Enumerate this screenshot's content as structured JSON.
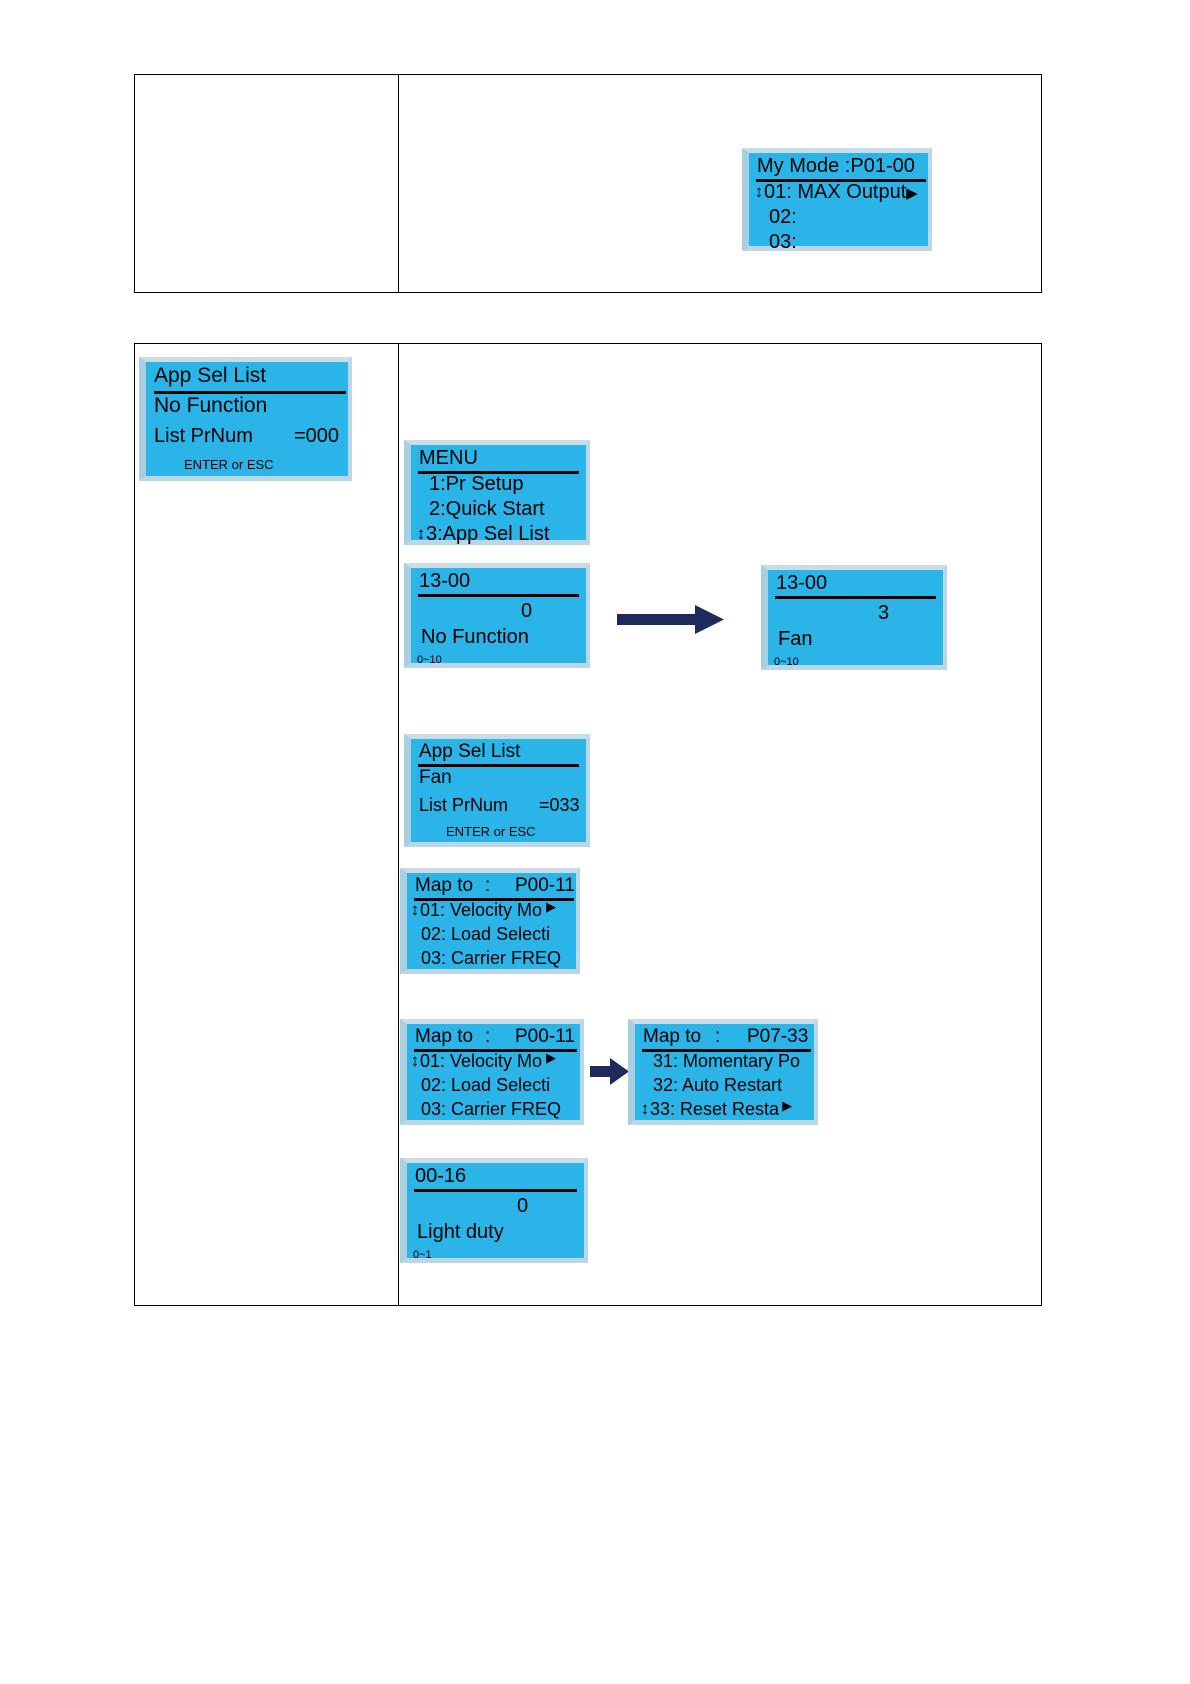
{
  "doc": {
    "title": "Keypad KPC-CC01 App Sel List navigation diagram"
  },
  "panels": {
    "my_mode": {
      "title": "My Mode  :P01-00",
      "rows": [
        {
          "marker": "updown",
          "text": "01: MAX Output",
          "tail": "right-arrow"
        },
        {
          "marker": "none",
          "text": "02:",
          "tail": ""
        },
        {
          "marker": "none",
          "text": "03:",
          "tail": ""
        }
      ]
    },
    "app_sel_list_empty": {
      "title": "App Sel List",
      "line1": "No Function",
      "line2_label": "List PrNum",
      "line2_value": "=000",
      "footer": "ENTER or ESC"
    },
    "menu": {
      "title": "MENU",
      "rows": [
        {
          "marker": "none",
          "text": "1:Pr Setup"
        },
        {
          "marker": "none",
          "text": "2:Quick Start"
        },
        {
          "marker": "updown",
          "text": "3:App Sel List"
        }
      ]
    },
    "p1300_before": {
      "title": "13-00",
      "value": "0",
      "name": "No Function",
      "range": "0~10"
    },
    "p1300_after": {
      "title": "13-00",
      "value": "3",
      "name": "Fan",
      "range": "0~10"
    },
    "app_sel_list_fan": {
      "title": "App Sel List",
      "line1": "Fan",
      "line2_label": "List PrNum",
      "line2_value": "=033",
      "footer": "ENTER or ESC"
    },
    "map_to_p0011_a": {
      "title_left": "Map to",
      "title_colon": ":",
      "title_right": "P00-11",
      "rows": [
        {
          "marker": "updown",
          "text": "01: Velocity Mo",
          "tail": "right-arrow"
        },
        {
          "marker": "none",
          "text": "02: Load Selecti",
          "tail": ""
        },
        {
          "marker": "none",
          "text": "03: Carrier FREQ",
          "tail": ""
        }
      ]
    },
    "map_to_p0011_b": {
      "title_left": "Map to",
      "title_colon": ":",
      "title_right": "P00-11",
      "rows": [
        {
          "marker": "updown",
          "text": "01: Velocity Mo",
          "tail": "right-arrow"
        },
        {
          "marker": "none",
          "text": "02: Load Selecti",
          "tail": ""
        },
        {
          "marker": "none",
          "text": "03: Carrier FREQ",
          "tail": ""
        }
      ]
    },
    "map_to_p0733": {
      "title_left": "Map to",
      "title_colon": ":",
      "title_right": "P07-33",
      "rows": [
        {
          "marker": "none",
          "text": "31: Momentary Po",
          "tail": ""
        },
        {
          "marker": "none",
          "text": "32: Auto Restart",
          "tail": ""
        },
        {
          "marker": "updown",
          "text": "33: Reset Resta",
          "tail": "right-arrow"
        }
      ]
    },
    "p0016": {
      "title": "00-16",
      "value": "0",
      "name": "Light duty",
      "range": "0~1"
    }
  },
  "colors": {
    "lcd_background": "#2ab4e8",
    "lcd_bezel": "#bcd6e4",
    "arrow": "#1f2a5c",
    "border": "#000000"
  },
  "icons": {
    "updown": "↕",
    "right": "▶",
    "flow_arrow": "flow-arrow-right"
  }
}
